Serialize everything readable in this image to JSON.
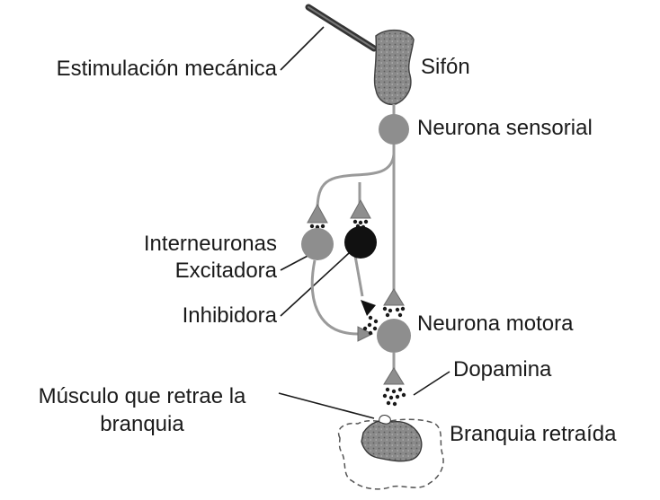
{
  "labels": {
    "stimulus": "Estimulación mecánica",
    "siphon": "Sifón",
    "sensory_neuron": "Neurona sensorial",
    "interneurons": "Interneuronas",
    "excitatory": "Excitadora",
    "inhibitory": "Inhibidora",
    "motor_neuron": "Neurona motora",
    "dopamine": "Dopamina",
    "muscle_line1": "Músculo que retrae la",
    "muscle_line2": "branquia",
    "gill": "Branquia retraída"
  },
  "colors": {
    "neuron_gray": "#8e8e8e",
    "neuron_black": "#111111",
    "axon": "#9a9a9a",
    "tissue": "#7a7a7a",
    "text": "#1a1a1a"
  }
}
